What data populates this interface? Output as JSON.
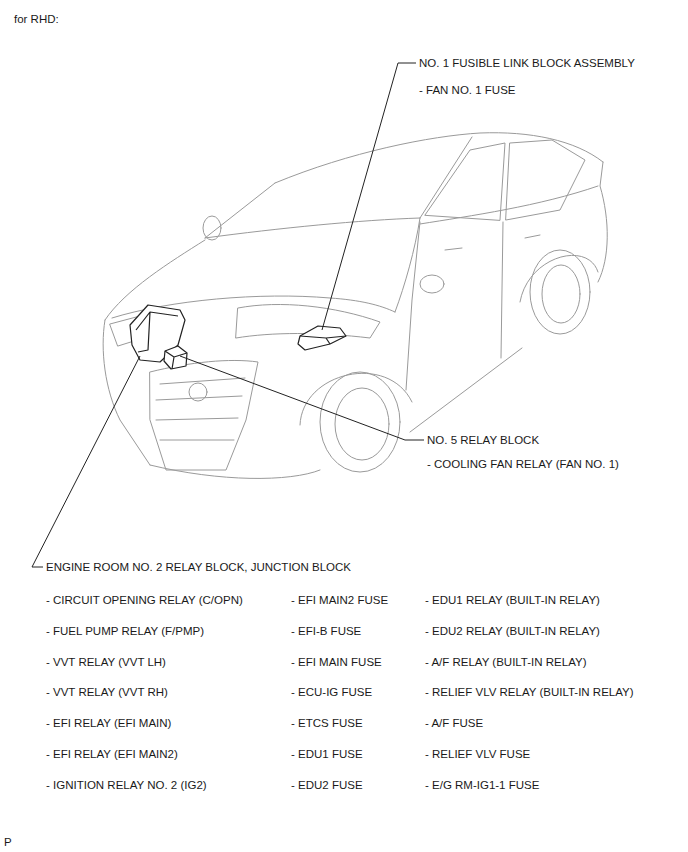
{
  "diagram": {
    "labels": [
      "for RHD:",
      "NO. 1 FUSIBLE LINK BLOCK ASSEMBLY",
      "- FAN NO. 1 FUSE",
      "NO. 5 RELAY BLOCK",
      "- COOLING FAN RELAY (FAN NO. 1)",
      "ENGINE ROOM NO. 2 RELAY BLOCK, JUNCTION BLOCK",
      "- CIRCUIT OPENING RELAY (C/OPN)",
      "- FUEL PUMP RELAY (F/PMP)",
      "- VVT RELAY (VVT LH)",
      "- VVT RELAY (VVT RH)",
      "- EFI RELAY (EFI MAIN)",
      "- EFI RELAY (EFI MAIN2)",
      "- IGNITION RELAY NO. 2 (IG2)",
      "- EFI MAIN2 FUSE",
      "- EFI-B FUSE",
      "- EFI MAIN FUSE",
      "- ECU-IG FUSE",
      "- ETCS FUSE",
      "- EDU1 FUSE",
      "- EDU2 FUSE",
      "- EDU1 RELAY (BUILT-IN RELAY)",
      "- EDU2 RELAY (BUILT-IN RELAY)",
      "- A/F RELAY (BUILT-IN RELAY)",
      "- RELIEF VLV RELAY (BUILT-IN RELAY)",
      "- A/F FUSE",
      "- RELIEF VLV FUSE",
      "- E/G RM-IG1-1 FUSE",
      "P"
    ]
  }
}
